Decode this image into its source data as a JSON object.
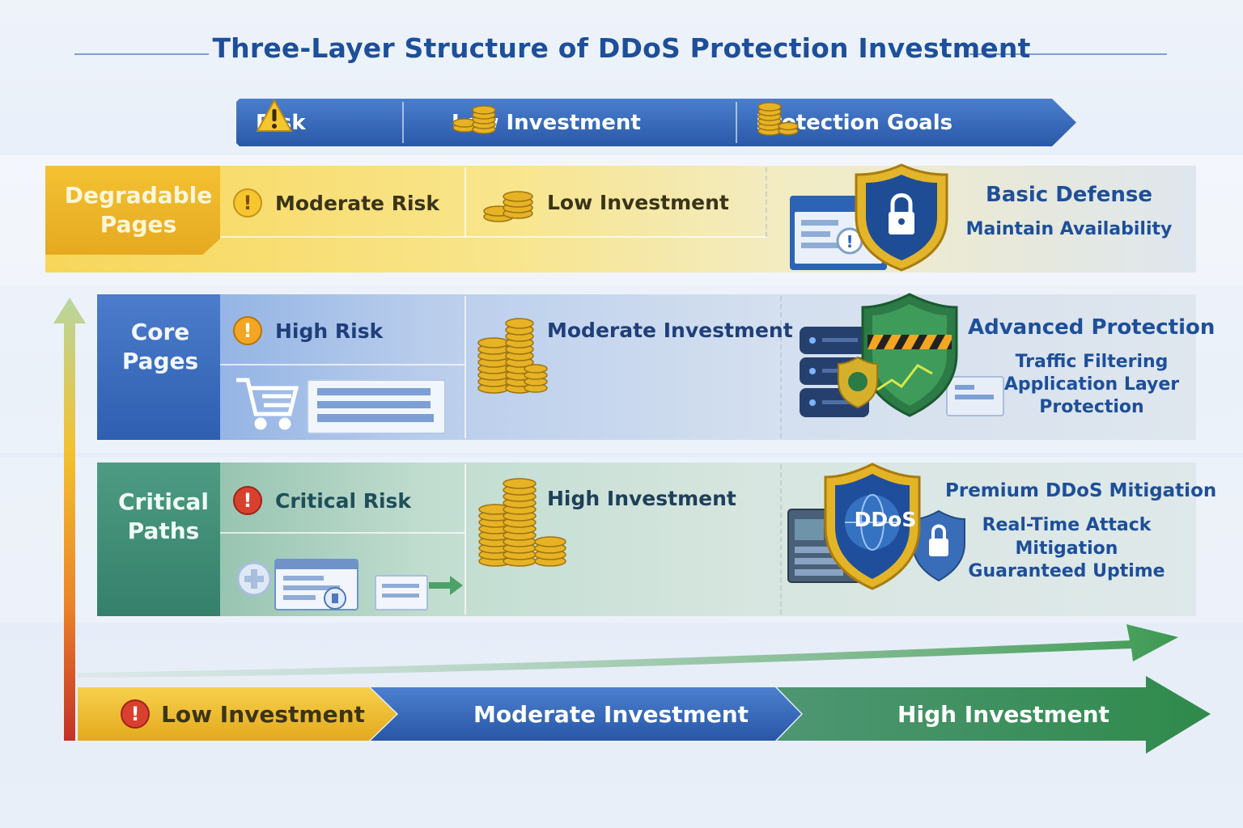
{
  "title": "Three-Layer Structure of DDoS Protection Investment",
  "header": {
    "risk": "Risk",
    "investment": "Low Investment",
    "goals": "Protection Goals"
  },
  "tiers": [
    {
      "label": "Degradable\nPages",
      "risk": "Moderate Risk",
      "investment": "Low Investment",
      "goal_title": "Basic Defense",
      "goal_sub": "Maintain Availability"
    },
    {
      "label": "Core\nPages",
      "risk": "High Risk",
      "investment": "Moderate Investment",
      "goal_title": "Advanced Protection",
      "goal_sub": "Traffic Filtering\nApplication Layer\nProtection"
    },
    {
      "label": "Critical\nPaths",
      "risk": "Critical Risk",
      "investment": "High Investment",
      "goal_title": "Premium DDoS Mitigation",
      "goal_sub": "Real-Time Attack\nMitigation\nGuaranteed Uptime"
    }
  ],
  "ddos_badge": "DDoS",
  "scale": {
    "low": "Low Investment",
    "moderate": "Moderate Investment",
    "high": "High Investment"
  },
  "colors": {
    "yellow": "#f0b92b",
    "blue": "#2f62b4",
    "green": "#3f8f65",
    "red": "#c8302c",
    "navy": "#1d4f9a"
  },
  "icons": [
    "warning-triangle-icon",
    "coins-icon",
    "exclamation-circle-icon",
    "shield-lock-icon",
    "server-icon",
    "shopping-cart-icon",
    "ddos-shield-icon",
    "padlock-icon"
  ]
}
